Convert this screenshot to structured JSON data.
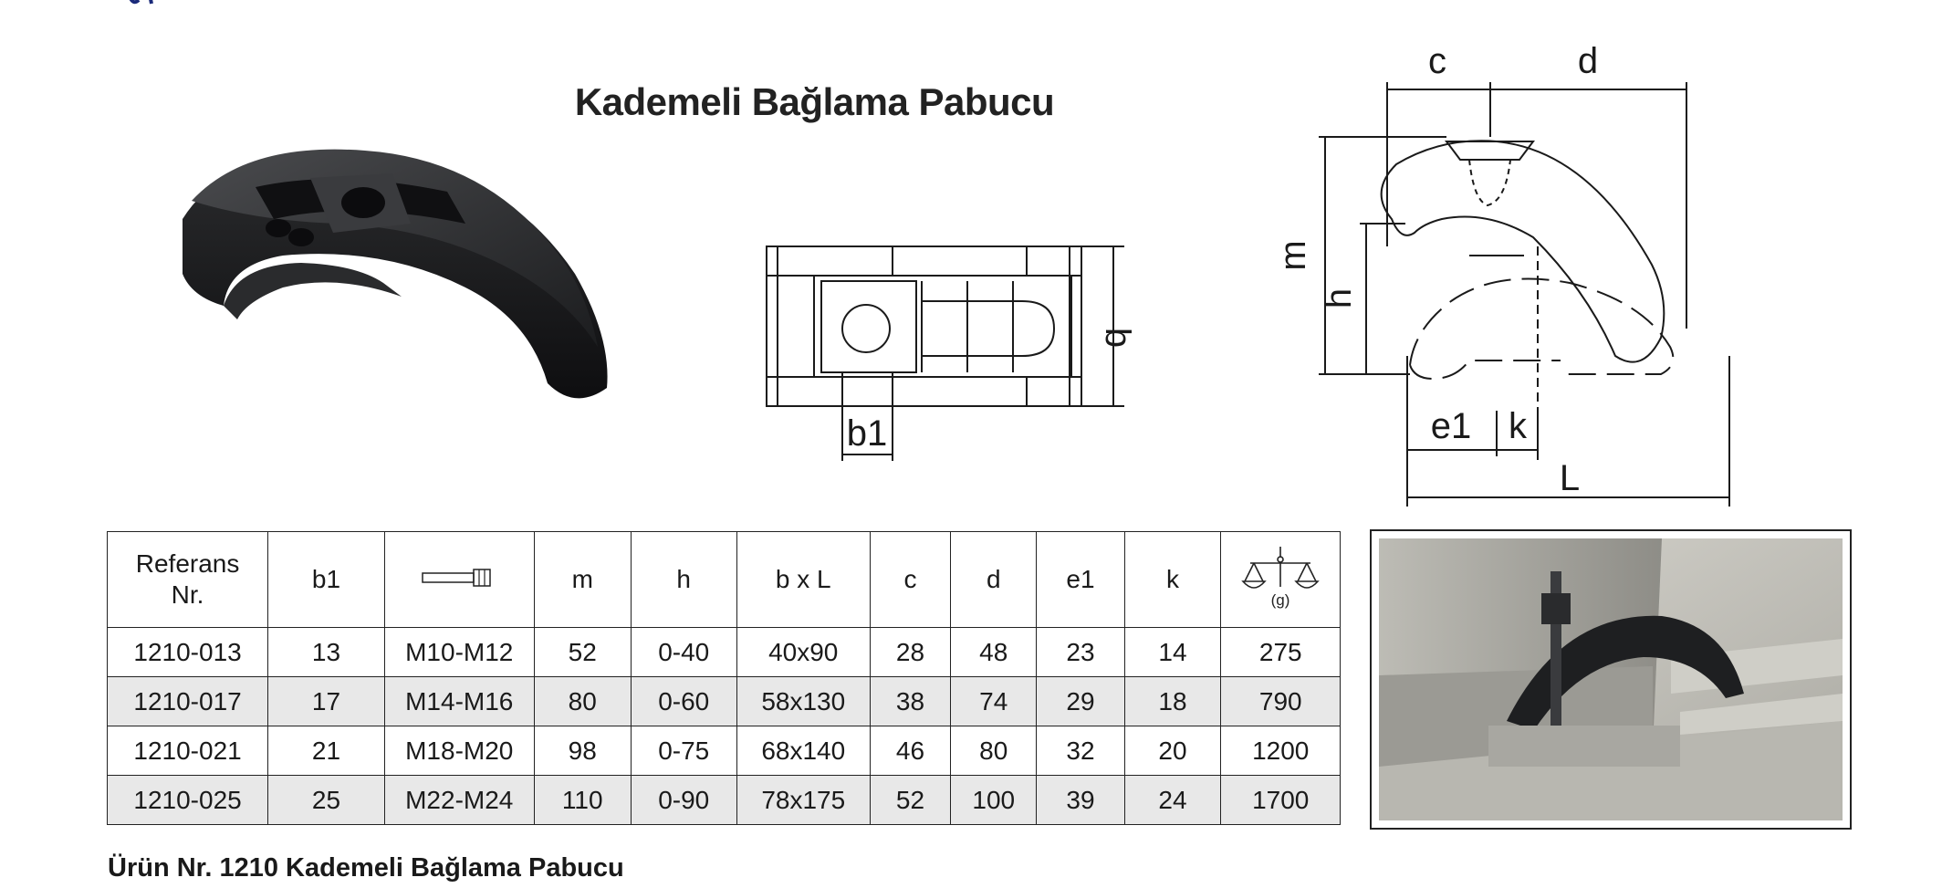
{
  "page": {
    "title": "Kademeli Bağlama Pabucu",
    "caption": "Ürün Nr. 1210 Kademeli Bağlama Pabucu"
  },
  "colors": {
    "table_stripe": "#e8e8e8",
    "clamp_black": "#1e1f21",
    "brand_mark": "#1a2a7a"
  },
  "drawing_labels": {
    "b": "b",
    "b1": "b1",
    "c": "c",
    "d": "d",
    "m": "m",
    "h": "h",
    "e1": "e1",
    "k": "k",
    "L": "L"
  },
  "table": {
    "headers": [
      "Referans Nr.",
      "b1",
      "bolt-icon",
      "m",
      "h",
      "b x L",
      "c",
      "d",
      "e1",
      "k",
      "weight-scale-icon"
    ],
    "header_text": {
      "ref_line1": "Referans",
      "ref_line2": "Nr.",
      "b1": "b1",
      "m": "m",
      "h": "h",
      "bxL": "b x L",
      "c": "c",
      "d": "d",
      "e1": "e1",
      "k": "k",
      "weight_unit": "(g)"
    },
    "rows": [
      {
        "ref": "1210-013",
        "b1": "13",
        "bolt": "M10-M12",
        "m": "52",
        "h": "0-40",
        "bxL": "40x90",
        "c": "28",
        "d": "48",
        "e1": "23",
        "k": "14",
        "weight": "275"
      },
      {
        "ref": "1210-017",
        "b1": "17",
        "bolt": "M14-M16",
        "m": "80",
        "h": "0-60",
        "bxL": "58x130",
        "c": "38",
        "d": "74",
        "e1": "29",
        "k": "18",
        "weight": "790"
      },
      {
        "ref": "1210-021",
        "b1": "21",
        "bolt": "M18-M20",
        "m": "98",
        "h": "0-75",
        "bxL": "68x140",
        "c": "46",
        "d": "80",
        "e1": "32",
        "k": "20",
        "weight": "1200"
      },
      {
        "ref": "1210-025",
        "b1": "25",
        "bolt": "M22-M24",
        "m": "110",
        "h": "0-90",
        "bxL": "78x175",
        "c": "52",
        "d": "100",
        "e1": "39",
        "k": "24",
        "weight": "1700"
      }
    ]
  }
}
